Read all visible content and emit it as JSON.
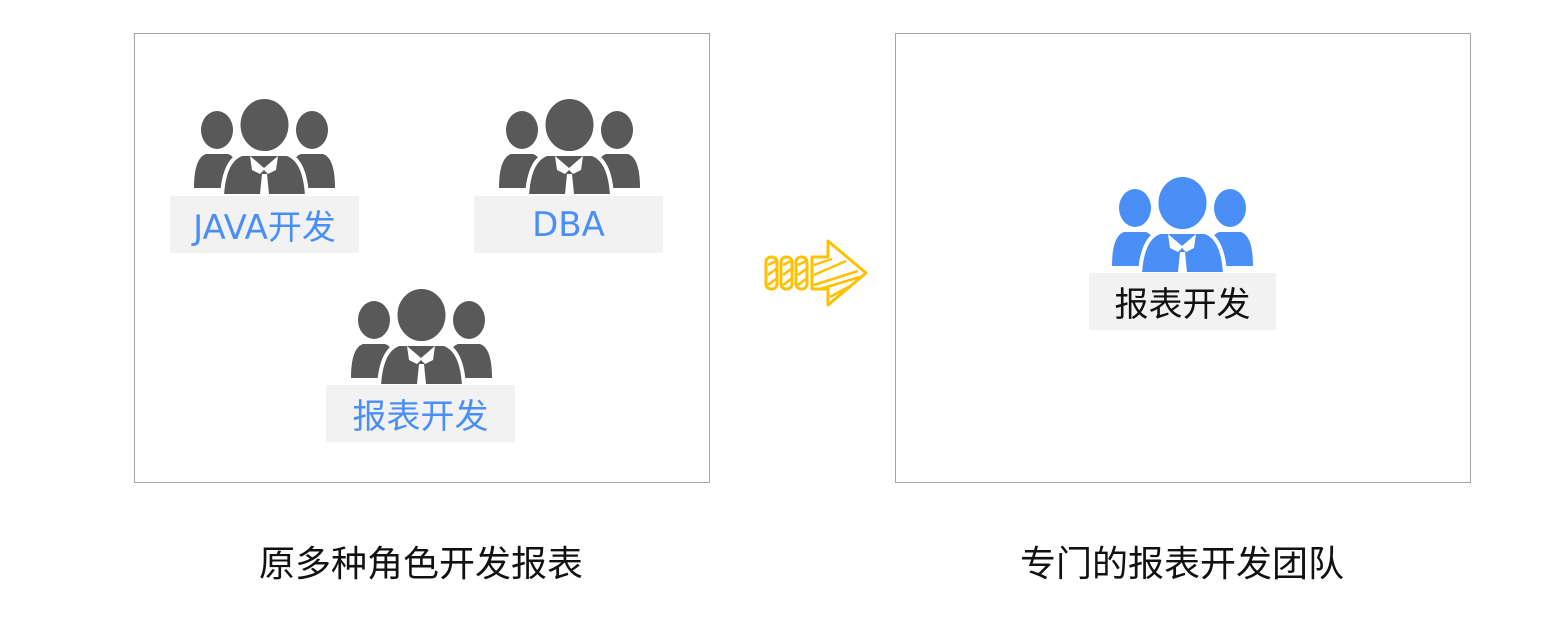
{
  "left_panel": {
    "roles": [
      {
        "label": "JAVA开发"
      },
      {
        "label": "DBA"
      },
      {
        "label": "报表开发"
      }
    ],
    "caption": "原多种角色开发报表"
  },
  "right_panel": {
    "team": {
      "label": "报表开发"
    },
    "caption": "专门的报表开发团队"
  },
  "colors": {
    "gray_icon": "#595959",
    "blue_icon": "#4a8ff7",
    "label_bg": "#f2f2f2",
    "arrow": "#ffc000"
  },
  "icons": {
    "people": "people-group-icon",
    "arrow": "right-arrow-icon"
  }
}
